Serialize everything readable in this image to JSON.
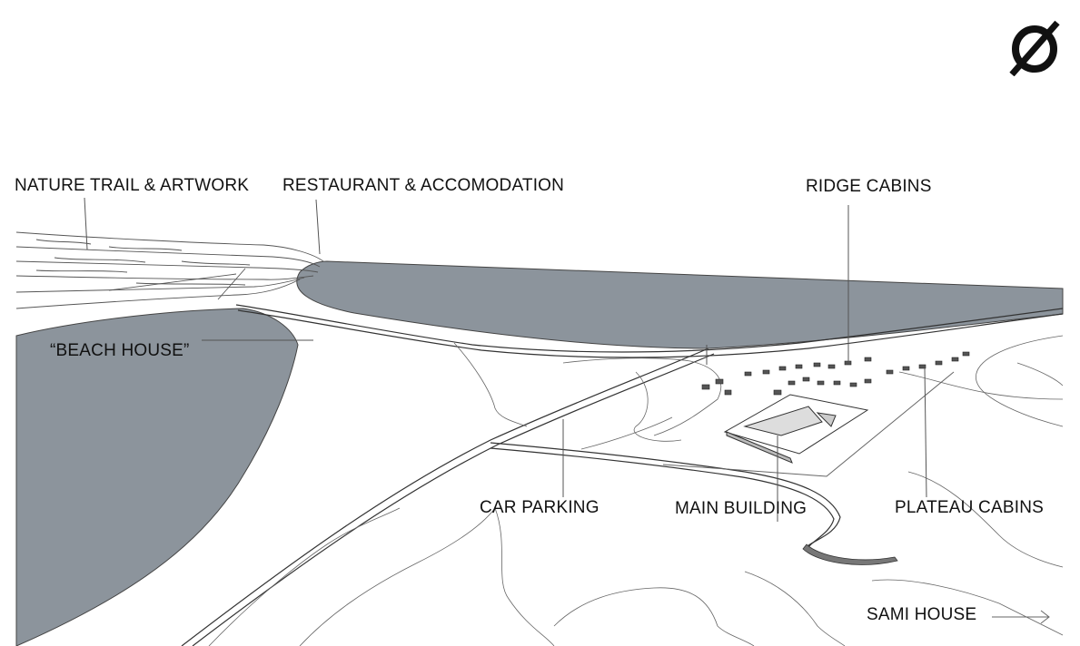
{
  "logo": {
    "icon": "slashed-zero-logo-icon"
  },
  "labels": {
    "nature_trail": "NATURE TRAIL & ARTWORK",
    "restaurant": "RESTAURANT & ACCOMODATION",
    "ridge_cabins": "RIDGE CABINS",
    "beach_house": "“BEACH HOUSE”",
    "car_parking": "CAR PARKING",
    "main_building": "MAIN BUILDING",
    "plateau_cabins": "PLATEAU CABINS",
    "sami_house": "SAMI HOUSE"
  },
  "colors": {
    "water": "#8c949c",
    "line": "#333333",
    "paper": "#ffffff"
  },
  "icons": {
    "sami_arrow": "right-arrow-icon"
  }
}
